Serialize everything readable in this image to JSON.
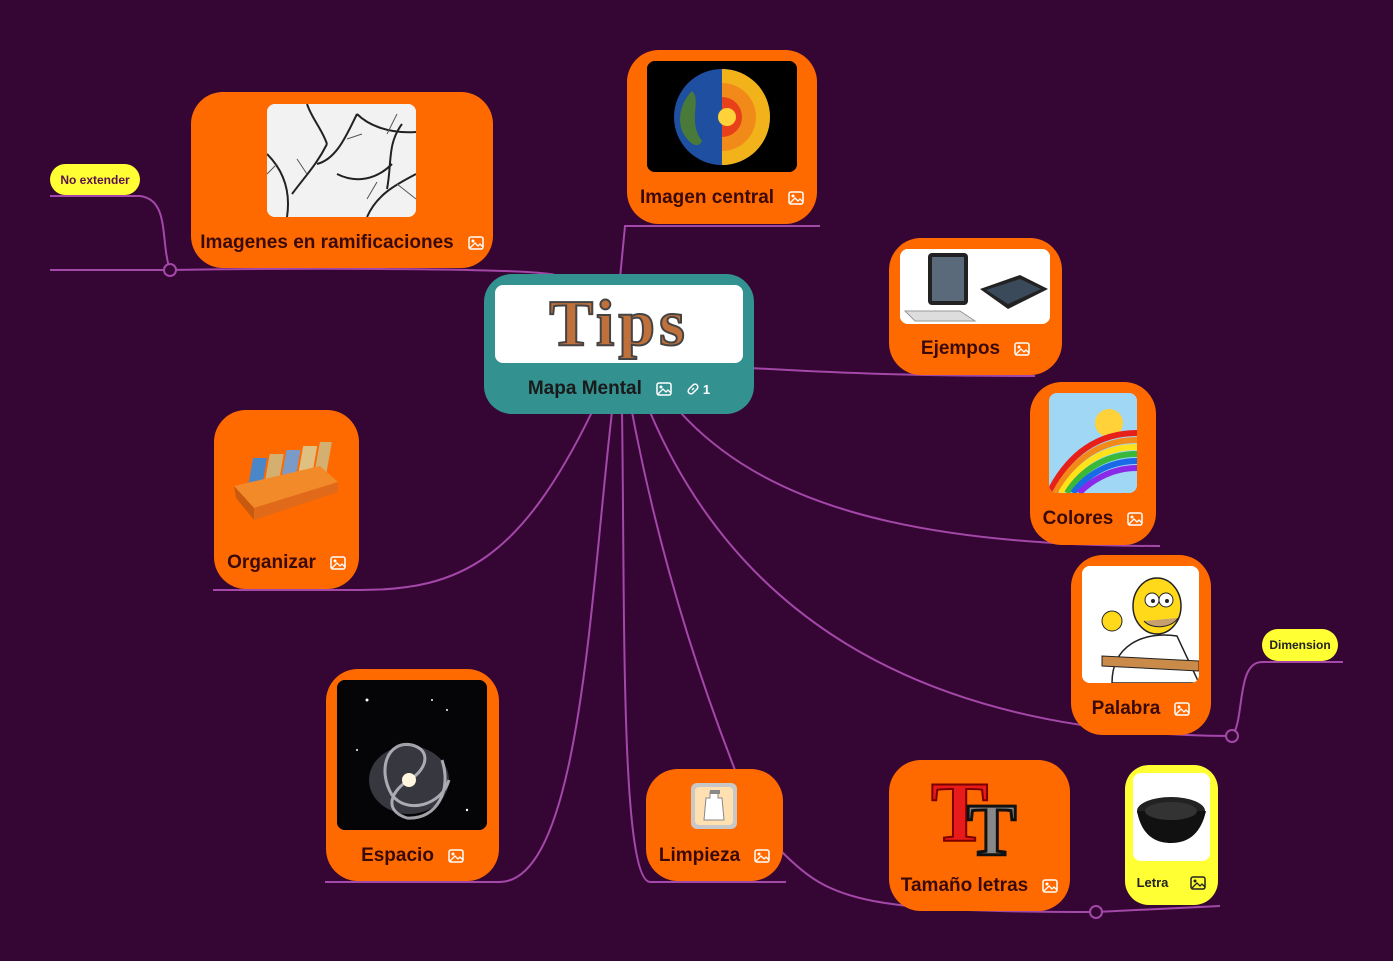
{
  "colors": {
    "background": "#350633",
    "node": "#ff6a00",
    "central": "#33918f",
    "tag": "#ffff33",
    "connector": "#a347a8"
  },
  "central": {
    "title": "Mapa Mental",
    "image_text": "Tips",
    "link_count": "1",
    "icons": [
      "image-icon",
      "link-icon"
    ]
  },
  "nodes": {
    "imagenes": {
      "label": "Imagenes en ramificaciones",
      "image": "bare-tree-branches",
      "icon": "image-icon"
    },
    "imagen_central": {
      "label": "Imagen central",
      "image": "earth-core-cutaway",
      "icon": "image-icon"
    },
    "ejemplos": {
      "label": "Ejempos",
      "image": "tablet-devices",
      "icon": "image-icon"
    },
    "colores": {
      "label": "Colores",
      "image": "rainbow",
      "icon": "image-icon"
    },
    "palabra": {
      "label": "Palabra",
      "image": "cartoon-character",
      "icon": "image-icon"
    },
    "organizar": {
      "label": "Organizar",
      "image": "file-box",
      "icon": "image-icon"
    },
    "espacio": {
      "label": "Espacio",
      "image": "spiral-galaxy",
      "icon": "image-icon"
    },
    "limpieza": {
      "label": "Limpieza",
      "image": "spray-bottle",
      "icon": "image-icon"
    },
    "tamano": {
      "label": "Tamaño letras",
      "image": "TT-letters",
      "icon": "image-icon"
    },
    "letra": {
      "label": "Letra",
      "image": "black-bowl",
      "icon": "image-icon"
    }
  },
  "tags": {
    "no_extender": "No extender",
    "dimension": "Dimension"
  }
}
